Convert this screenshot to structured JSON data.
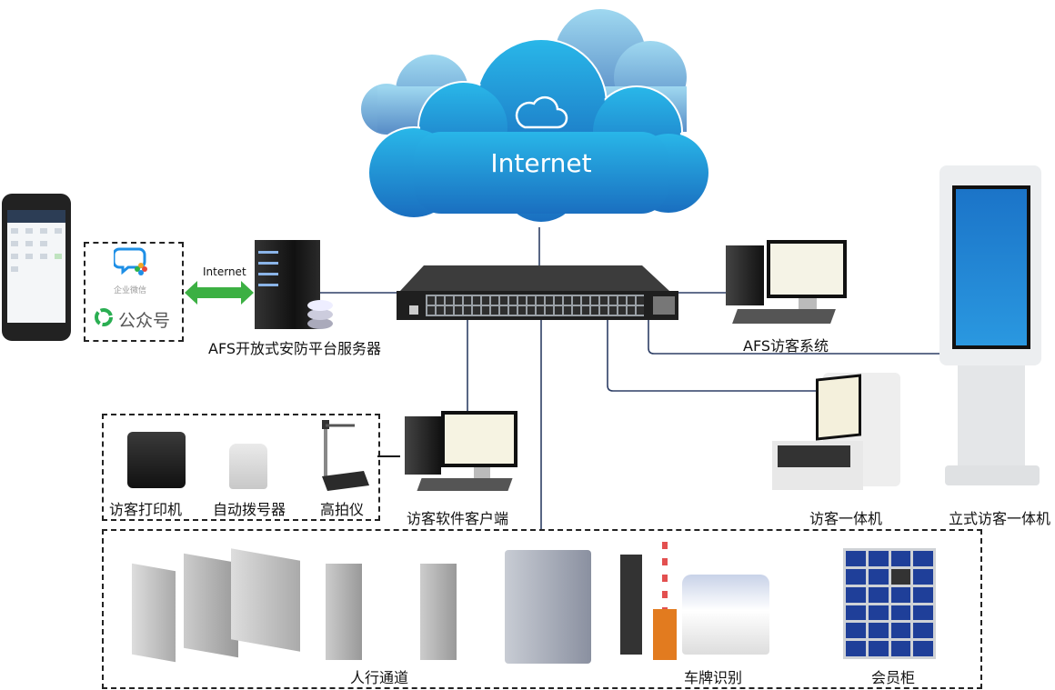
{
  "diagram": {
    "cloud": {
      "label": "Internet",
      "icon": "cloud-icon",
      "colors": {
        "main": "#1e8fd6",
        "back": "#8cc6e6"
      }
    },
    "switch": {
      "name": "network-switch"
    },
    "phone": {
      "name": "mobile-phone"
    },
    "social_apps": [
      {
        "label": "企业微信",
        "icon": "wecom-icon"
      },
      {
        "label": "公众号",
        "icon": "wechat-official-account-icon"
      }
    ],
    "internet_link": {
      "label": "Internet",
      "color": "#3cb043"
    },
    "nodes": {
      "server": "AFS开放式安防平台服务器",
      "afs_visitor_system": "AFS访客系统",
      "visitor_client": "访客软件客户端",
      "visitor_kiosk": "访客一体机",
      "standing_kiosk": "立式访客一体机"
    },
    "peripherals": [
      {
        "label": "访客打印机",
        "icon": "printer-icon"
      },
      {
        "label": "自动拨号器",
        "icon": "auto-dialer-icon"
      },
      {
        "label": "高拍仪",
        "icon": "document-camera-icon"
      }
    ],
    "access_devices": [
      {
        "label": "人行通道",
        "icon": "turnstile-icon"
      },
      {
        "label": "车牌识别",
        "icon": "license-plate-recognition-icon"
      },
      {
        "label": "会员柜",
        "icon": "locker-icon"
      }
    ]
  }
}
